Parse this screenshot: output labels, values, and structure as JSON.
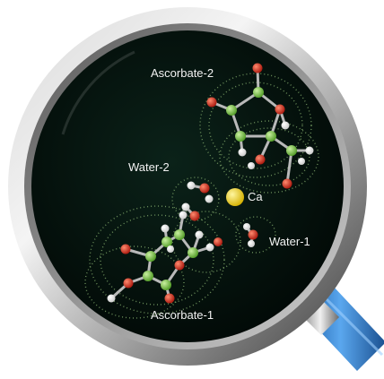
{
  "labels": {
    "ascorbate2": "Ascorbate-2",
    "water2": "Water-2",
    "calcium": "Ca",
    "water1": "Water-1",
    "ascorbate1": "Ascorbate-1"
  },
  "icons": {
    "main": "magnifying-glass-icon"
  },
  "colors": {
    "lens_background": "#04140f",
    "rim_light": "#e6e6e6",
    "rim_dark": "#4a4a4a",
    "carbon": "#7ac943",
    "oxygen": "#d6301f",
    "hydrogen": "#ffffff",
    "calcium": "#f2d41a",
    "dot_surface": "#7fa66a",
    "handle": "#2f7fd4"
  }
}
